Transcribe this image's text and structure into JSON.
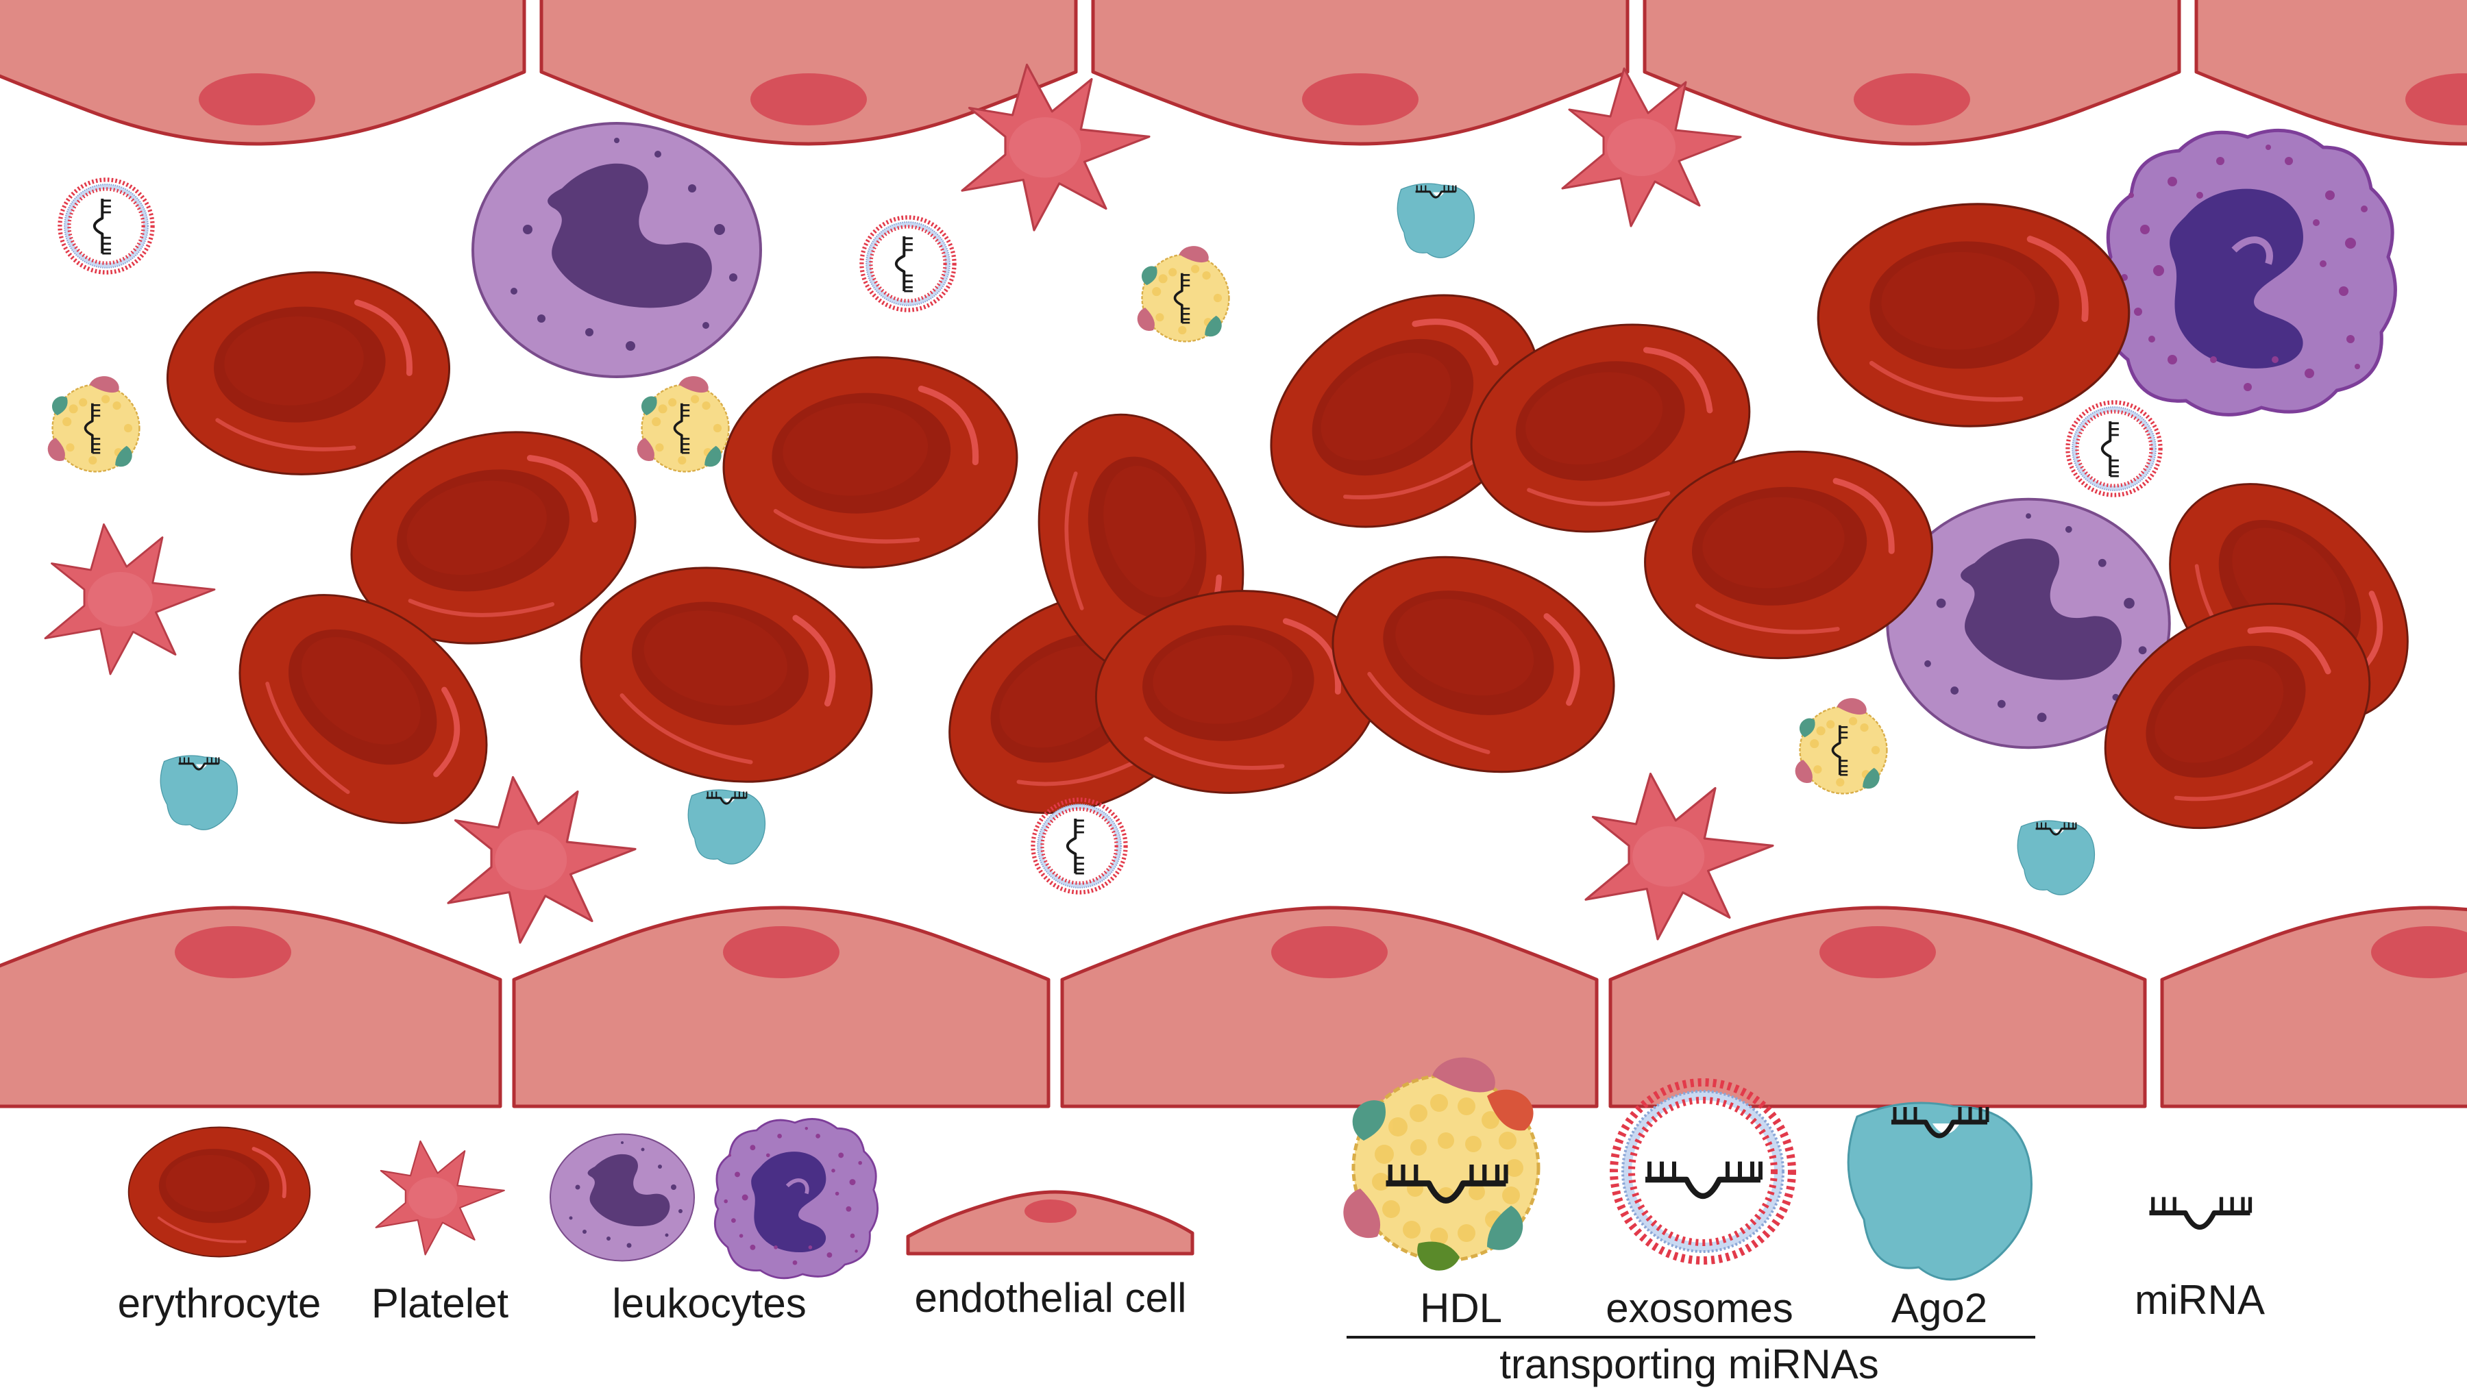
{
  "legend": {
    "erythrocyte": "erythrocyte",
    "platelet": "Platelet",
    "leukocytes": "leukocytes",
    "endothelial_cell": "endothelial cell",
    "hdl": "HDL",
    "exosomes": "exosomes",
    "ago2": "Ago2",
    "mirna": "miRNA",
    "transporting_mirnas": "transporting miRNAs"
  },
  "colors": {
    "vessel_wall": "#e08a85",
    "wall_outline": "#b32e34",
    "nucleus": "#d6505a",
    "erythrocyte": "#b52a13",
    "erythrocyte_core": "#9a1f10",
    "platelet": "#e0606a",
    "leukocyte": "#b58cc6",
    "leukocyte_nucleus": "#5a3a78",
    "granulocyte": "#a77bc0",
    "granulocyte_nucleus": "#4a2f86",
    "hdl": "#f7dc8a",
    "exosome_ring": "#e23a4a",
    "exosome_fill": "#c9d9f2",
    "ago2": "#6fbcc8",
    "mirna": "#1a1a1a"
  }
}
